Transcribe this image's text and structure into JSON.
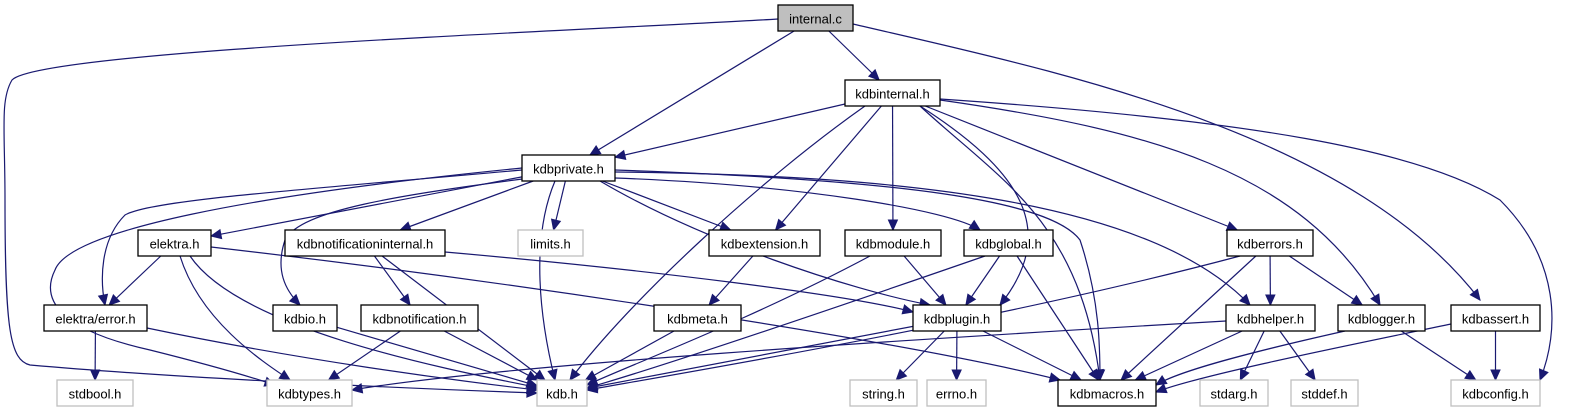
{
  "diagram": {
    "title": "internal.c include dependency graph",
    "colors": {
      "edge": "#191970",
      "root_fill": "#bfbfbf",
      "documented_border": "#000000",
      "external_border": "#bfbfbf"
    },
    "nodes": [
      {
        "id": "internal_c",
        "label": "internal.c",
        "kind": "root"
      },
      {
        "id": "kdbinternal_h",
        "label": "kdbinternal.h",
        "kind": "doc"
      },
      {
        "id": "kdbprivate_h",
        "label": "kdbprivate.h",
        "kind": "doc"
      },
      {
        "id": "elektra_h",
        "label": "elektra.h",
        "kind": "doc"
      },
      {
        "id": "kdbnotificationinternal_h",
        "label": "kdbnotificationinternal.h",
        "kind": "doc"
      },
      {
        "id": "limits_h",
        "label": "limits.h",
        "kind": "ext"
      },
      {
        "id": "kdbextension_h",
        "label": "kdbextension.h",
        "kind": "doc"
      },
      {
        "id": "kdbmodule_h",
        "label": "kdbmodule.h",
        "kind": "doc"
      },
      {
        "id": "kdbglobal_h",
        "label": "kdbglobal.h",
        "kind": "doc"
      },
      {
        "id": "kdberrors_h",
        "label": "kdberrors.h",
        "kind": "doc"
      },
      {
        "id": "elektra_error_h",
        "label": "elektra/error.h",
        "kind": "doc"
      },
      {
        "id": "kdbio_h",
        "label": "kdbio.h",
        "kind": "doc"
      },
      {
        "id": "kdbnotification_h",
        "label": "kdbnotification.h",
        "kind": "doc"
      },
      {
        "id": "kdbmeta_h",
        "label": "kdbmeta.h",
        "kind": "doc"
      },
      {
        "id": "kdbplugin_h",
        "label": "kdbplugin.h",
        "kind": "doc"
      },
      {
        "id": "kdbhelper_h",
        "label": "kdbhelper.h",
        "kind": "doc"
      },
      {
        "id": "kdblogger_h",
        "label": "kdblogger.h",
        "kind": "doc"
      },
      {
        "id": "kdbassert_h",
        "label": "kdbassert.h",
        "kind": "doc"
      },
      {
        "id": "stdbool_h",
        "label": "stdbool.h",
        "kind": "ext"
      },
      {
        "id": "kdbtypes_h",
        "label": "kdbtypes.h",
        "kind": "ext"
      },
      {
        "id": "kdb_h",
        "label": "kdb.h",
        "kind": "ext"
      },
      {
        "id": "string_h",
        "label": "string.h",
        "kind": "ext"
      },
      {
        "id": "errno_h",
        "label": "errno.h",
        "kind": "ext"
      },
      {
        "id": "kdbmacros_h",
        "label": "kdbmacros.h",
        "kind": "doc"
      },
      {
        "id": "stdarg_h",
        "label": "stdarg.h",
        "kind": "ext"
      },
      {
        "id": "stddef_h",
        "label": "stddef.h",
        "kind": "ext"
      },
      {
        "id": "kdbconfig_h",
        "label": "kdbconfig.h",
        "kind": "ext"
      }
    ],
    "edges": [
      [
        "internal_c",
        "kdbinternal_h"
      ],
      [
        "internal_c",
        "kdbprivate_h"
      ],
      [
        "internal_c",
        "kdb_h"
      ],
      [
        "internal_c",
        "kdbassert_h"
      ],
      [
        "kdbinternal_h",
        "kdbprivate_h"
      ],
      [
        "kdbinternal_h",
        "kdb_h"
      ],
      [
        "kdbinternal_h",
        "kdbextension_h"
      ],
      [
        "kdbinternal_h",
        "kdbmodule_h"
      ],
      [
        "kdbinternal_h",
        "kdbplugin_h"
      ],
      [
        "kdbinternal_h",
        "kdberrors_h"
      ],
      [
        "kdbinternal_h",
        "kdblogger_h"
      ],
      [
        "kdbinternal_h",
        "kdbconfig_h"
      ],
      [
        "kdbinternal_h",
        "kdbmacros_h"
      ],
      [
        "kdbprivate_h",
        "elektra_h"
      ],
      [
        "kdbprivate_h",
        "elektra_error_h"
      ],
      [
        "kdbprivate_h",
        "kdbtypes_h"
      ],
      [
        "kdbprivate_h",
        "kdbio_h"
      ],
      [
        "kdbprivate_h",
        "kdbnotificationinternal_h"
      ],
      [
        "kdbprivate_h",
        "kdb_h"
      ],
      [
        "kdbprivate_h",
        "limits_h"
      ],
      [
        "kdbprivate_h",
        "kdbextension_h"
      ],
      [
        "kdbprivate_h",
        "kdbplugin_h"
      ],
      [
        "kdbprivate_h",
        "kdbglobal_h"
      ],
      [
        "kdbprivate_h",
        "kdbmacros_h"
      ],
      [
        "kdbprivate_h",
        "kdbhelper_h"
      ],
      [
        "elektra_h",
        "elektra_error_h"
      ],
      [
        "elektra_h",
        "kdbtypes_h"
      ],
      [
        "elektra_h",
        "kdb_h"
      ],
      [
        "elektra_h",
        "kdbmacros_h"
      ],
      [
        "kdbnotificationinternal_h",
        "kdbnotification_h"
      ],
      [
        "kdbnotificationinternal_h",
        "kdb_h"
      ],
      [
        "kdbnotificationinternal_h",
        "kdbplugin_h"
      ],
      [
        "kdbextension_h",
        "kdbmeta_h"
      ],
      [
        "kdbmodule_h",
        "kdbplugin_h"
      ],
      [
        "kdbmodule_h",
        "kdb_h"
      ],
      [
        "kdbglobal_h",
        "kdbplugin_h"
      ],
      [
        "kdbglobal_h",
        "kdb_h"
      ],
      [
        "kdbglobal_h",
        "kdbmacros_h"
      ],
      [
        "kdberrors_h",
        "kdbhelper_h"
      ],
      [
        "kdberrors_h",
        "kdblogger_h"
      ],
      [
        "kdberrors_h",
        "kdbmacros_h"
      ],
      [
        "kdberrors_h",
        "kdb_h"
      ],
      [
        "elektra_error_h",
        "stdbool_h"
      ],
      [
        "elektra_error_h",
        "kdb_h"
      ],
      [
        "kdbio_h",
        "kdb_h"
      ],
      [
        "kdbnotification_h",
        "kdbtypes_h"
      ],
      [
        "kdbnotification_h",
        "kdb_h"
      ],
      [
        "kdbmeta_h",
        "kdb_h"
      ],
      [
        "kdbplugin_h",
        "kdb_h"
      ],
      [
        "kdbplugin_h",
        "string_h"
      ],
      [
        "kdbplugin_h",
        "errno_h"
      ],
      [
        "kdbplugin_h",
        "kdbmacros_h"
      ],
      [
        "kdbhelper_h",
        "kdbtypes_h"
      ],
      [
        "kdbhelper_h",
        "kdbmacros_h"
      ],
      [
        "kdbhelper_h",
        "stdarg_h"
      ],
      [
        "kdbhelper_h",
        "stddef_h"
      ],
      [
        "kdblogger_h",
        "kdbmacros_h"
      ],
      [
        "kdblogger_h",
        "kdbconfig_h"
      ],
      [
        "kdbassert_h",
        "kdbmacros_h"
      ],
      [
        "kdbassert_h",
        "kdbconfig_h"
      ]
    ]
  }
}
